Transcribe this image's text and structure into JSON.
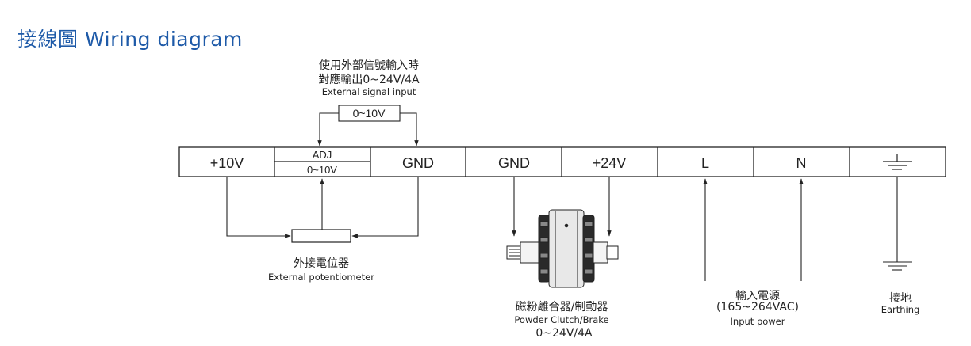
{
  "page": {
    "title": "接線圖 Wiring diagram"
  },
  "terminals": {
    "t1": "+10V",
    "t2_top": "ADJ",
    "t2_bottom": "0~10V",
    "t3": "GND",
    "t4": "GND",
    "t5": "+24V",
    "t6": "L",
    "t7": "N",
    "t8_icon": "earth-ground-icon"
  },
  "external_signal": {
    "cn_line1": "使用外部信號輸入時",
    "cn_line2": "對應輸出0~24V/4A",
    "en": "External signal input",
    "box": "0~10V"
  },
  "potentiometer": {
    "cn": "外接電位器",
    "en": "External potentiometer"
  },
  "clutch": {
    "cn": "磁粉離合器/制動器",
    "en": "Powder Clutch/Brake",
    "value": "0~24V/4A"
  },
  "input_power": {
    "cn": "輸入電源",
    "range": "(165~264VAC)",
    "en": "Input power"
  },
  "earthing": {
    "cn": "接地",
    "en": "Earthing"
  }
}
